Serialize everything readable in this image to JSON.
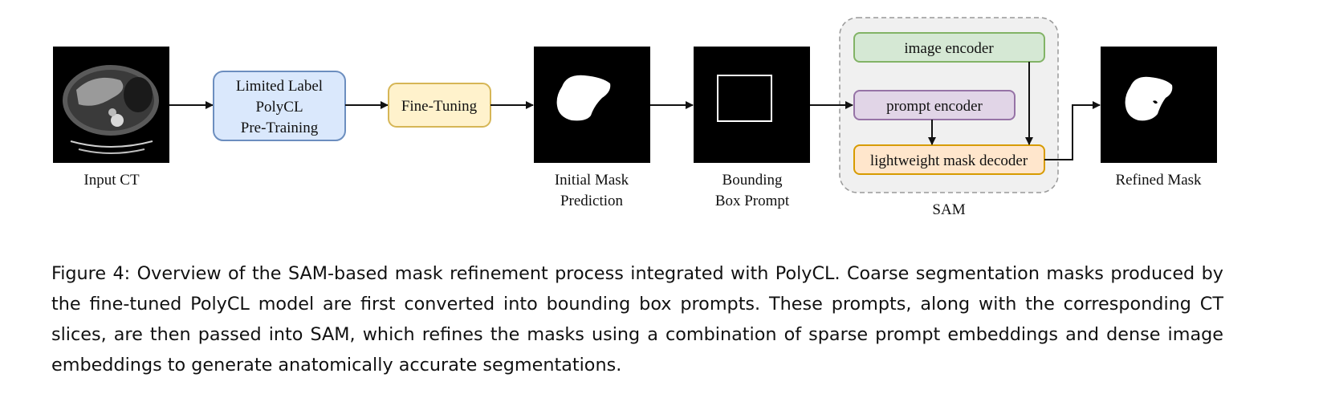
{
  "diagram": {
    "input_label": "Input CT",
    "polycl_pretraining": [
      "Limited Label",
      "PolyCL",
      "Pre-Training"
    ],
    "fine_tuning": "Fine-Tuning",
    "initial_mask_label": [
      "Initial Mask",
      "Prediction"
    ],
    "bbox_label": [
      "Bounding",
      "Box Prompt"
    ],
    "sam": {
      "label": "SAM",
      "image_encoder": "image encoder",
      "prompt_encoder": "prompt encoder",
      "mask_decoder": "lightweight mask decoder"
    },
    "refined_mask_label": "Refined Mask"
  },
  "colors": {
    "pretraining_fill": "#dae8fc",
    "pretraining_stroke": "#6c8ebf",
    "finetune_fill": "#fff2cc",
    "finetune_stroke": "#d6b656",
    "image_encoder_fill": "#d5e8d4",
    "image_encoder_stroke": "#82b366",
    "prompt_encoder_fill": "#e1d5e7",
    "prompt_encoder_stroke": "#9673a6",
    "decoder_fill": "#ffe6cc",
    "decoder_stroke": "#d79b00",
    "sam_group_fill": "#f0f0f0",
    "sam_group_stroke": "#999999"
  },
  "caption": "Figure 4: Overview of the SAM-based mask refinement process integrated with PolyCL. Coarse segmentation masks produced by the fine-tuned PolyCL model are first converted into bounding box prompts. These prompts, along with the corresponding CT slices, are then passed into SAM, which refines the masks using a combination of sparse prompt embeddings and dense image embeddings to generate anatomically accurate segmentations."
}
